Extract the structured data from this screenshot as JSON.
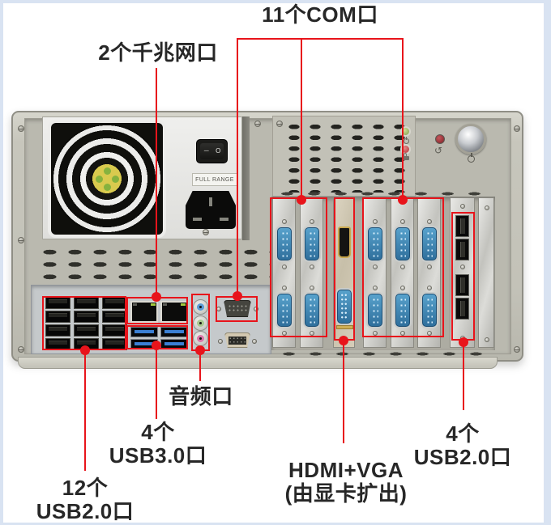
{
  "colors": {
    "annotation_red": "#e8141b",
    "label_text": "#272727",
    "case_beige": "#c7c6bc",
    "io_panel_gray": "#c5c9cb",
    "usb3_blue": "#3b7fd4",
    "com_port_blue": "#4a96c4",
    "hdmi_gold": "#c9a84e",
    "audio_jack_colors": [
      "#5b9bd5",
      "#a9c98f",
      "#d977a8"
    ],
    "led_green": "#8fae53",
    "led_red": "#b23236",
    "edge_blue": "#d9e3f2"
  },
  "callouts": {
    "com": {
      "label": "11个COM口"
    },
    "lan": {
      "label": "2个千兆网口"
    },
    "audio": {
      "label": "音频口"
    },
    "usb3": {
      "count": "4个",
      "label": "USB3.0口"
    },
    "usb12": {
      "count": "12个",
      "label": "USB2.0口"
    },
    "hdmi_vga": {
      "label": "HDMI+VGA",
      "note": "(由显卡扩出)"
    },
    "usb4": {
      "count": "4个",
      "label": "USB2.0口"
    }
  },
  "chassis": {
    "psu": {
      "label": "FULL RANGE",
      "switch_on": "－",
      "switch_off": "O"
    },
    "reset_glyph": "↺",
    "ports": {
      "usb2_count": 12,
      "lan_count": 2,
      "usb3_count": 4,
      "audio_jack_count": 3,
      "com_card_ports": 10,
      "motherboard_com_ports": 1,
      "rear_usb2_count": 4
    }
  }
}
